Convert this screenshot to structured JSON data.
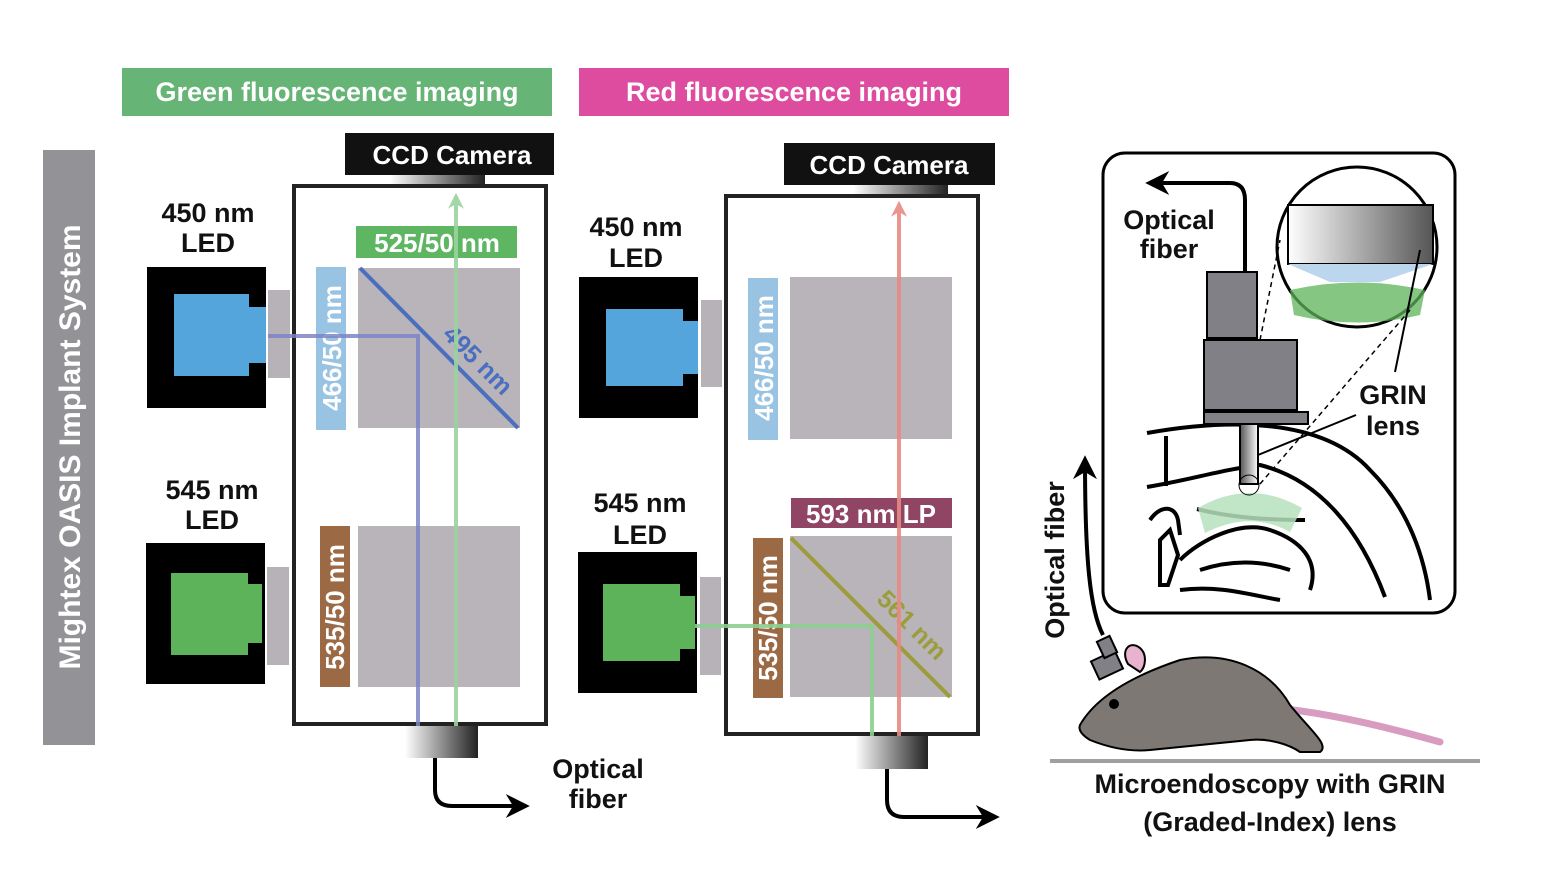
{
  "side_label": "Mightex OASIS Implant System",
  "panels": {
    "green": {
      "header": "Green fluorescence imaging",
      "header_color": "#66b576",
      "camera": "CCD Camera",
      "led_top": {
        "line1": "450 nm",
        "line2": "LED",
        "color": "#53a5dc"
      },
      "led_bottom": {
        "line1": "545 nm",
        "line2": "LED",
        "color": "#5db35a"
      },
      "filter_top": {
        "label": "466/50 nm",
        "color": "#99c3e2"
      },
      "filter_bottom": {
        "label": "535/50 nm",
        "color": "#9b6a45"
      },
      "emission_filter": {
        "label": "525/50 nm",
        "color": "#5eb562"
      },
      "dichroic": {
        "label": "495 nm",
        "color": "#4a6fbf"
      },
      "fiber_label": {
        "line1": "Optical",
        "line2": "fiber"
      }
    },
    "red": {
      "header": "Red fluorescence imaging",
      "header_color": "#dd4c9f",
      "camera": "CCD Camera",
      "led_top": {
        "line1": "450 nm",
        "line2": "LED",
        "color": "#53a5dc"
      },
      "led_bottom": {
        "line1": "545 nm",
        "line2": "LED",
        "color": "#5db35a"
      },
      "filter_top": {
        "label": "466/50 nm",
        "color": "#99c3e2"
      },
      "filter_bottom": {
        "label": "535/50 nm",
        "color": "#9b6a45"
      },
      "emission_filter": {
        "label": "593 nm LP",
        "color": "#8f4563"
      },
      "dichroic": {
        "label": "561 nm",
        "color": "#9c9c3c"
      }
    }
  },
  "inset": {
    "fiber_label": {
      "line1": "Optical",
      "line2": "fiber"
    },
    "grin_label": {
      "line1": "GRIN",
      "line2": "lens"
    }
  },
  "mouse": {
    "fiber_label": "Optical fiber",
    "caption_line1": "Microendoscopy with GRIN",
    "caption_line2": "(Graded-Index) lens"
  }
}
